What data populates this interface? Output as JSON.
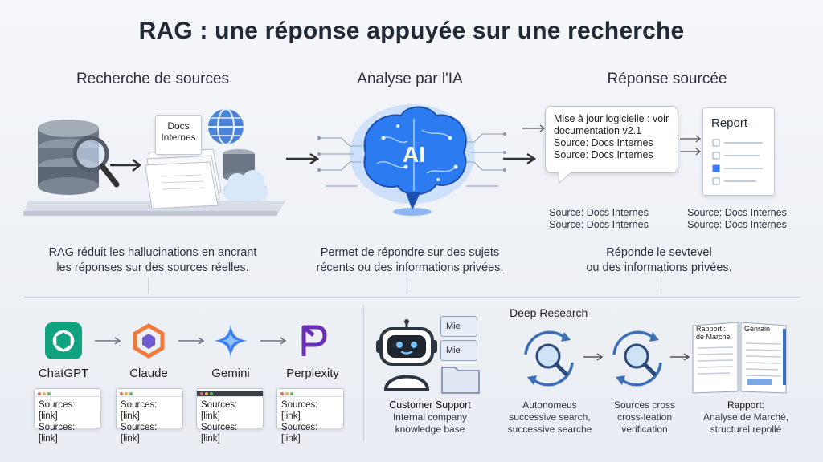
{
  "title": "RAG : une réponse appuyée sur une recherche",
  "columns": {
    "left": "Recherche de sources",
    "middle": "Analyse par l'IA",
    "right": "Réponse sourcée"
  },
  "left_panel": {
    "doc_label_line1": "Docs",
    "doc_label_line2": "Internes",
    "caption_line1": "RAG réduit les hallucinations en ancrant",
    "caption_line2": "les réponses sur des sources réelles."
  },
  "middle_panel": {
    "brain_text": "AI",
    "caption_line1": "Permet de répondre sur des sujets",
    "caption_line2": "récents ou des informations privées."
  },
  "right_panel": {
    "bubble_line1": "Mise à jour logicielle : voir",
    "bubble_line2": "documentation v2.1",
    "bubble_line3": "Source: Docs Internes",
    "bubble_line4": "Source: Docs Internes",
    "report_title": "Report",
    "src_left_1": "Source: Docs Internes",
    "src_left_2": "Source: Docs Internes",
    "src_right_1": "Source: Docs Internes",
    "src_right_2": "Source: Docs Internes",
    "caption_line1": "Réponde le sevtevel",
    "caption_line2": "ou des informations privées."
  },
  "tools": [
    {
      "name": "ChatGPT",
      "src1": "Sources: [link]",
      "src2": "Sources: [link]"
    },
    {
      "name": "Claude",
      "src1": "Sources: [link]",
      "src2": "Sources: [link]"
    },
    {
      "name": "Gemini",
      "src1": "Sources: [link]",
      "src2": "Sources: [link]"
    },
    {
      "name": "Perplexity",
      "src1": "Sources: [link]",
      "src2": "Sources: [link]"
    }
  ],
  "support": {
    "file1": "Mie",
    "file2": "Mie",
    "title": "Customer Support",
    "line1": "Internal company",
    "line2": "knowledge base"
  },
  "deep_research": {
    "heading": "Deep Research",
    "step1_line1": "Autonomeus",
    "step1_line2": "successive search,",
    "step1_line3": "successive searche",
    "step2_line1": "Sources cross",
    "step2_line2": "cross-leation",
    "step2_line3": "verification",
    "step3_line1": "Rapport:",
    "step3_line2": "Analyse de Marché,",
    "step3_line3": "structurel repollé",
    "book_left_1": "Rapport :",
    "book_left_2": "de Marché",
    "book_right": "Génrain"
  },
  "colors": {
    "brain_blue": "#2d7bf0",
    "chatgpt_green": "#10a37f",
    "claude_orange": "#f07a3c",
    "gemini_blue": "#3b7ef6",
    "perplexity_purple": "#6b2fb8"
  }
}
